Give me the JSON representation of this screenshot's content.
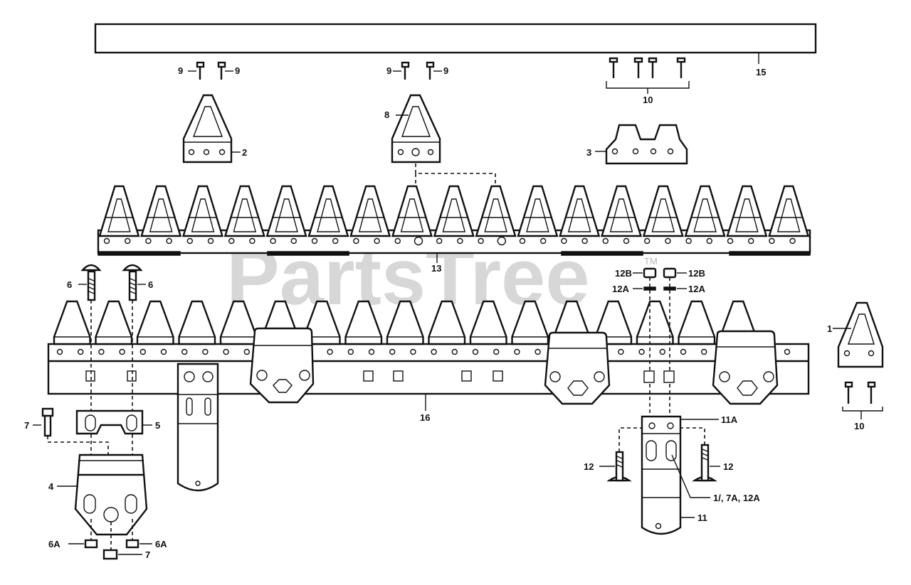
{
  "watermark": {
    "text": "PartsTree",
    "trademark": "TM"
  },
  "labels": {
    "l15_top": "15",
    "l9a": "9",
    "l9b": "9",
    "l9c": "9",
    "l9d": "9",
    "l10_top": "10",
    "l2": "2",
    "l8": "8",
    "l3": "3",
    "l13": "13",
    "l6a": "6",
    "l6b": "6",
    "l12b_a": "12B",
    "l12b_b": "12B",
    "l12a_a": "12A",
    "l12a_b": "12A",
    "l1": "1",
    "l16": "16",
    "l10_right": "10",
    "l7_top": "7",
    "l5": "5",
    "l4": "4",
    "l6a_left": "6A",
    "l6a_right": "6A",
    "l7_bottom": "7",
    "l11a": "11A",
    "l12_left": "12",
    "l12_right": "12",
    "l_multi": "1/, 7A, 12A",
    "l11": "11"
  }
}
